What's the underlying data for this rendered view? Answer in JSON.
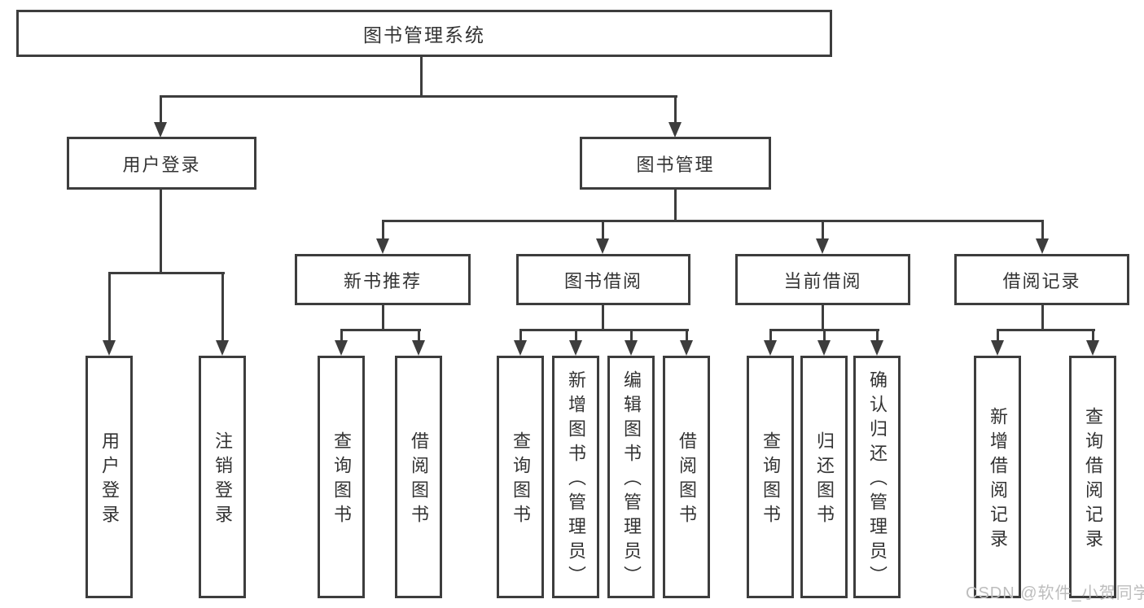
{
  "tree": {
    "label": "图书管理系统",
    "children": [
      {
        "label": "用户登录",
        "children": [
          {
            "label": "用户登录"
          },
          {
            "label": "注销登录"
          }
        ]
      },
      {
        "label": "图书管理",
        "children": [
          {
            "label": "新书推荐",
            "children": [
              {
                "label": "查询图书"
              },
              {
                "label": "借阅图书"
              }
            ]
          },
          {
            "label": "图书借阅",
            "children": [
              {
                "label": "查询图书"
              },
              {
                "label": "新增图书（管理员）"
              },
              {
                "label": "编辑图书（管理员）"
              },
              {
                "label": "借阅图书"
              }
            ]
          },
          {
            "label": "当前借阅",
            "children": [
              {
                "label": "查询图书"
              },
              {
                "label": "归还图书"
              },
              {
                "label": "确认归还（管理员）"
              }
            ]
          },
          {
            "label": "借阅记录",
            "children": [
              {
                "label": "新增借阅记录"
              },
              {
                "label": "查询借阅记录"
              }
            ]
          }
        ]
      }
    ]
  },
  "watermark": {
    "text": "CSDN @软件_小贺同学"
  },
  "colors": {
    "line": "#3d3d3d",
    "text": "#333333",
    "box_fill": "#ffffff",
    "watermark": "#bdbdbd",
    "background": "#ffffff"
  }
}
